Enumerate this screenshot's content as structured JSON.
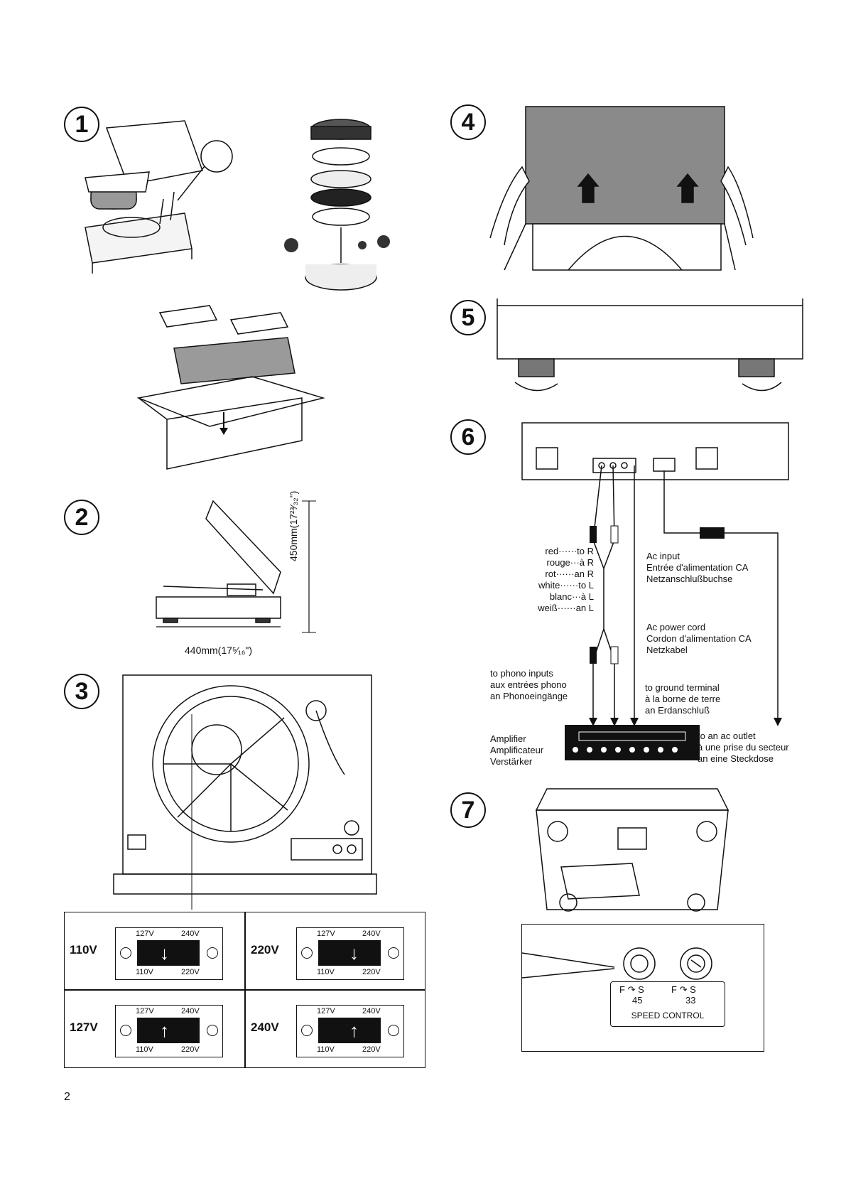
{
  "page_number": "2",
  "steps": [
    "1",
    "2",
    "3",
    "4",
    "5",
    "6",
    "7"
  ],
  "dimensions": {
    "height": "450mm(17²³⁄₃₂\")",
    "width": "440mm(17⁵⁄₁₆\")"
  },
  "voltage": {
    "panels": [
      {
        "label": "110V",
        "arrow": "down",
        "pos": "left"
      },
      {
        "label": "220V",
        "arrow": "down",
        "pos": "right"
      },
      {
        "label": "127V",
        "arrow": "up",
        "pos": "left"
      },
      {
        "label": "240V",
        "arrow": "up",
        "pos": "right"
      }
    ],
    "terminals": {
      "t127": "127V",
      "t240": "240V",
      "t110": "110V",
      "t220": "220V"
    }
  },
  "connections": {
    "color_codes": [
      "red······to R",
      "rouge···à R",
      "rot······an R",
      "white······to L",
      "blanc···à L",
      "weiß······an L"
    ],
    "ac_input": [
      "Ac input",
      "Entrée d'alimentation CA",
      "Netzanschlußbuchse"
    ],
    "ac_cord": [
      "Ac power cord",
      "Cordon d'alimentation CA",
      "Netzkabel"
    ],
    "phono": [
      "to phono inputs",
      "aux entrées phono",
      "an Phonoeingänge"
    ],
    "ground": [
      "to ground terminal",
      "à la borne de terre",
      "an Erdanschluß"
    ],
    "amplifier": [
      "Amplifier",
      "Amplificateur",
      "Verstärker"
    ],
    "outlet": [
      "to an ac outlet",
      "à une prise du secteur",
      "an eine Steckdose"
    ]
  },
  "speed": {
    "f": "F",
    "s": "S",
    "left": "45",
    "right": "33",
    "label": "SPEED CONTROL"
  }
}
